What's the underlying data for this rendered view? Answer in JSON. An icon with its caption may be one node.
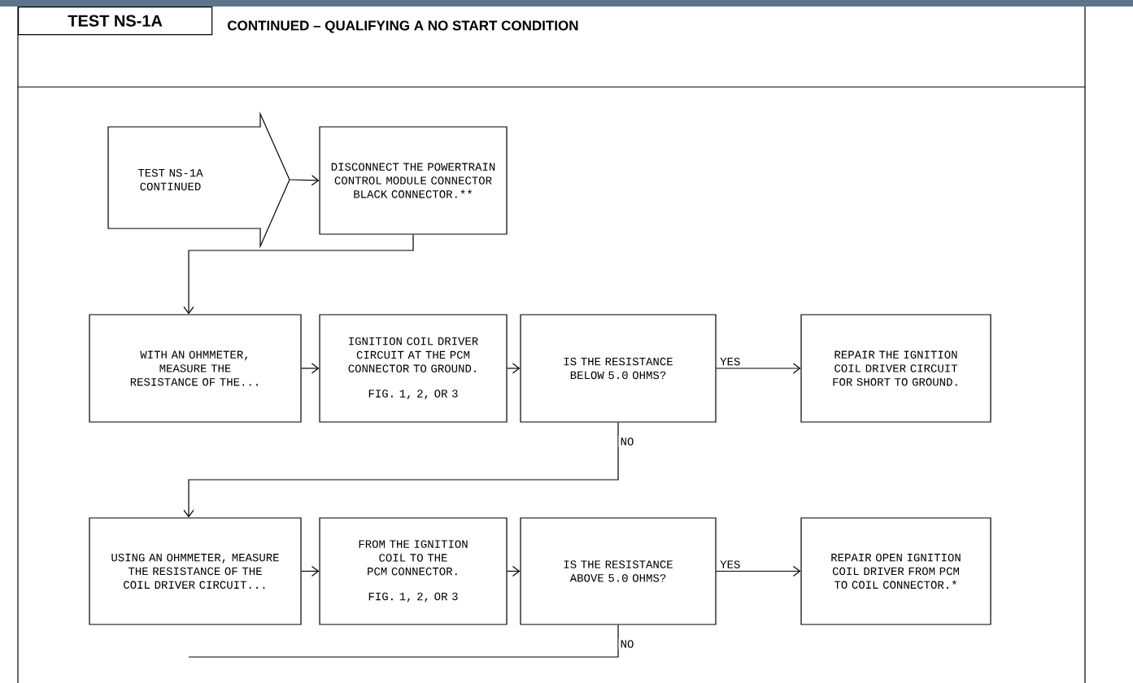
{
  "diagram": {
    "title": "CONTINUED – QUALIFYING A NO START CONDITION",
    "nodes": [
      {
        "text": [
          "TEST NS-1A"
        ]
      },
      {
        "text": [
          "TEST NS-1A CONTINUED"
        ]
      },
      {
        "text": [
          "DISCONNECT THE POWERTRAIN CONTROL MODULE CONNECTOR BLACK CONNECTOR.**"
        ]
      },
      {
        "text": [
          "WITH AN OHMMETER, MEASURE THE RESISTANCE OF THE..."
        ]
      },
      {
        "text": [
          "IGNITION COIL DRIVER CIRCUIT AT THE PCM CONNECTOR TO GROUND.",
          "FIG. 1, 2, OR 3"
        ]
      },
      {
        "text": [
          "IS THE RESISTANCE BELOW 5.0 OHMS?"
        ]
      },
      {
        "text": [
          "REPAIR THE IGNITION COIL DRIVER CIRCUIT FOR SHORT TO GROUND."
        ]
      },
      {
        "text": [
          "USING AN OHMMETER, MEASURE THE RESISTANCE OF THE COIL DRIVER CIRCUIT..."
        ]
      },
      {
        "text": [
          "FROM THE IGNITION COIL TO THE PCM CONNECTOR.",
          "FIG. 1, 2, OR 3"
        ]
      },
      {
        "text": [
          "IS THE RESISTANCE ABOVE 5.0 OHMS?"
        ]
      },
      {
        "text": [
          "REPAIR OPEN IGNITION COIL DRIVER FROM PCM TO COIL CONNECTOR.*"
        ]
      }
    ],
    "edges": [
      {
        "from": 1,
        "to": 2,
        "arrow": "to"
      },
      {
        "from": 2,
        "to": 3,
        "arrow": "to"
      },
      {
        "from": 3,
        "to": 4,
        "arrow": "to"
      },
      {
        "from": 4,
        "to": 5,
        "arrow": "to"
      },
      {
        "from": 5,
        "to": 6,
        "arrow": "to",
        "label": "YES"
      },
      {
        "from": 5,
        "to": 7,
        "arrow": "to",
        "label": "NO"
      },
      {
        "from": 7,
        "to": 8,
        "arrow": "to"
      },
      {
        "from": 8,
        "to": 9,
        "arrow": "to"
      },
      {
        "from": 9,
        "to": 10,
        "arrow": "to",
        "label": "YES"
      },
      {
        "from": 9,
        "to": null,
        "arrow": "none",
        "label": "NO"
      }
    ]
  }
}
